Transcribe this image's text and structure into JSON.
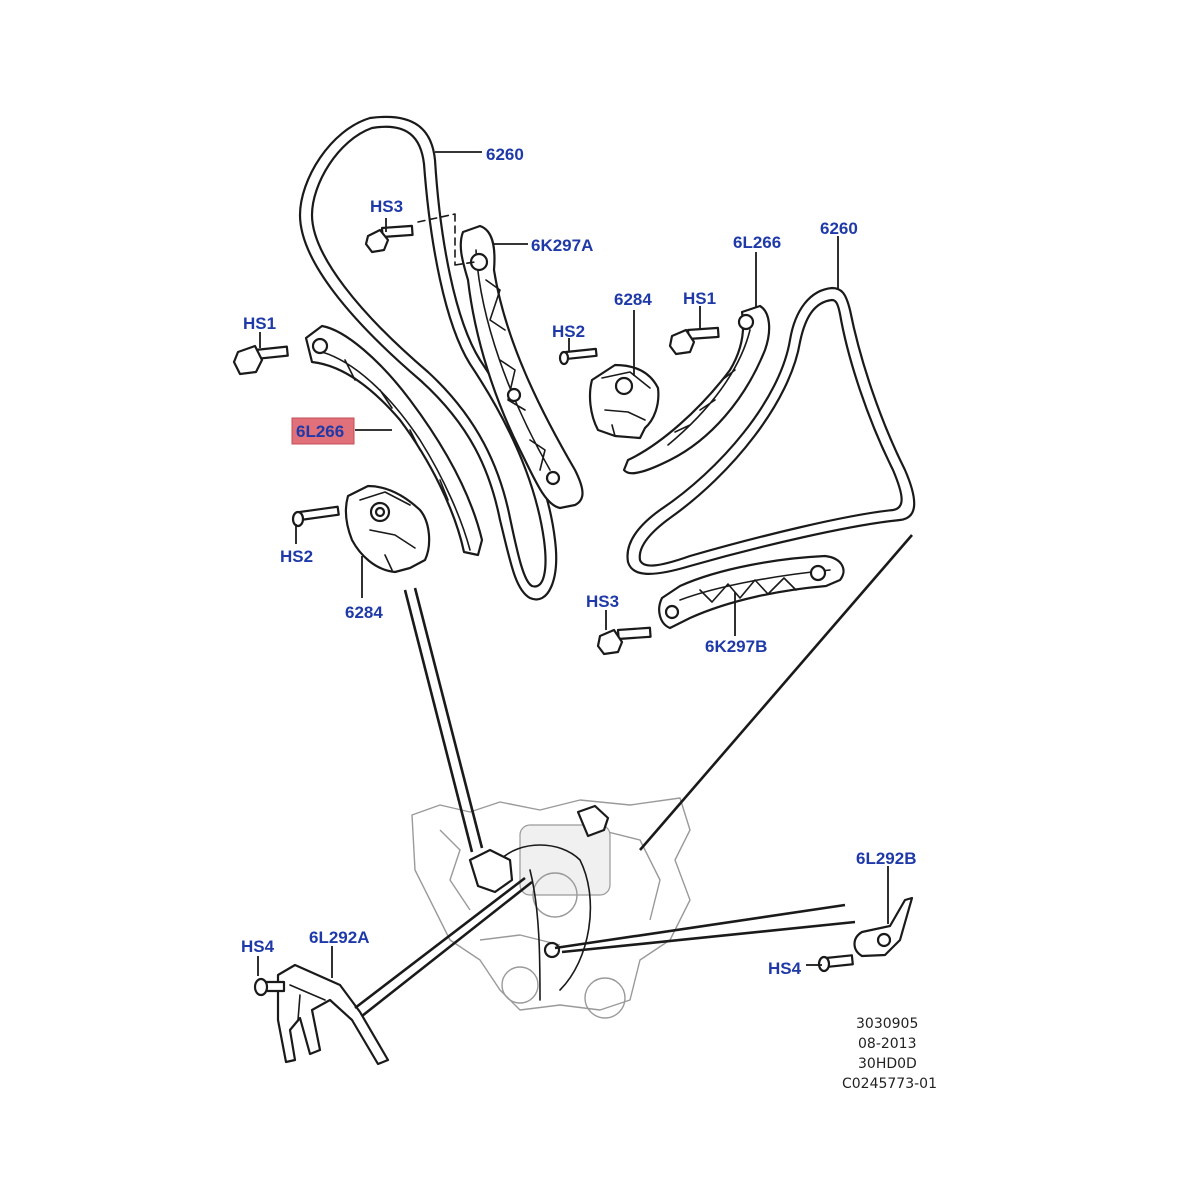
{
  "labels": {
    "chain_upper_left": "6260",
    "chain_right": "6260",
    "hs3_top": "HS3",
    "guide_6k297a": "6K297A",
    "tensioner_upper": "6284",
    "hs2_upper": "HS2",
    "hs1_right": "HS1",
    "arm_6l266_right": "6L266",
    "hs1_left": "HS1",
    "arm_6l266_left": "6L266",
    "hs2_left": "HS2",
    "tensioner_left": "6284",
    "hs3_lower": "HS3",
    "guide_6k297b": "6K297B",
    "bracket_6l292b": "6L292B",
    "hs4_right": "HS4",
    "hs4_left": "HS4",
    "bracket_6l292a": "6L292A"
  },
  "footer": {
    "line1": "3030905",
    "line2": "08-2013",
    "line3": "30HD0D",
    "line4": "C0245773-01"
  },
  "highlight_color": "#e0717a",
  "label_color": "#1f3aa8"
}
